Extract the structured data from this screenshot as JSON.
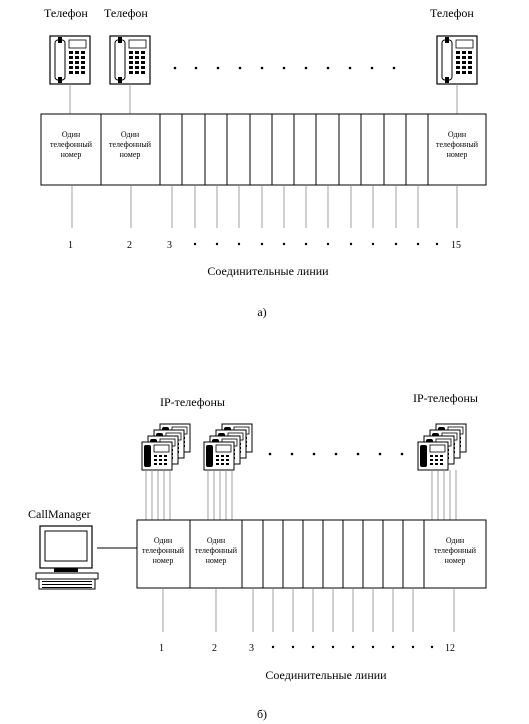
{
  "diagram_a": {
    "phone_label_1": "Телефон",
    "phone_label_2": "Телефон",
    "phone_label_3": "Телефон",
    "cell_line1": "Один",
    "cell_line2": "телефонный",
    "cell_line3": "номер",
    "num_1": "1",
    "num_2": "2",
    "num_3": "3",
    "num_last": "15",
    "lines_label": "Соединительные линии",
    "caption": "а)"
  },
  "diagram_b": {
    "ip_label_1": "IP-телефоны",
    "ip_label_2": "IP-телефоны",
    "callmanager_label": "CallManager",
    "cell_line1": "Один",
    "cell_line2": "телефонный",
    "cell_line3": "номер",
    "num_1": "1",
    "num_2": "2",
    "num_3": "3",
    "num_last": "12",
    "lines_label": "Соединительные линии",
    "caption": "б)"
  },
  "icons": {
    "phone": "desk-phone-icon",
    "ip_phones": "ip-phone-stack-icon",
    "computer": "computer-icon"
  }
}
